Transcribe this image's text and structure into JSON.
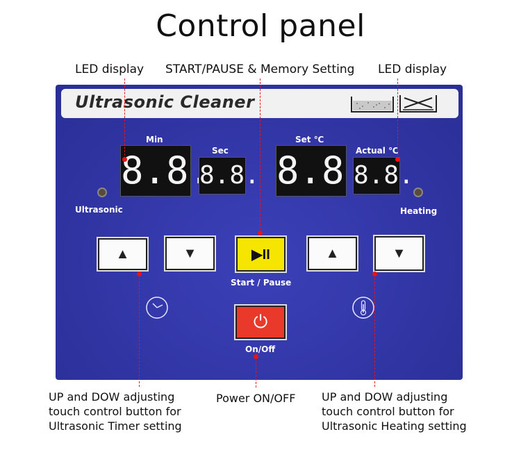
{
  "title": "Control panel",
  "annotations": {
    "led_left": "LED display",
    "start_pause_memory": "START/PAUSE & Memory Setting",
    "led_right": "LED display",
    "timer_caption": [
      "UP and DOW adjusting",
      "touch control button for",
      "Ultrasonic Timer setting"
    ],
    "power_caption": "Power ON/OFF",
    "heating_caption": [
      "UP and DOW adjusting",
      "touch control button for",
      "Ultrasonic Heating setting"
    ]
  },
  "panel": {
    "brand": "Ultrasonic Cleaner",
    "displays": {
      "min_label": "Min",
      "min_value": "8.8.",
      "sec_label": "Sec",
      "sec_value": "8.8.",
      "set_label": "Set ℃",
      "set_value": "8.8.",
      "actual_label": "Actual ℃",
      "actual_value": "8.8."
    },
    "indicators": {
      "ultrasonic": "Ultrasonic",
      "heating": "Heating"
    },
    "buttons": {
      "start_pause_label": "Start / Pause",
      "on_off_label": "On/Off",
      "up_glyph": "▲",
      "down_glyph": "▼",
      "play_pause_glyph": "▶II",
      "power_glyph": "⏻"
    },
    "colors": {
      "panel_blue": "#3337a8",
      "start_yellow": "#f5e500",
      "power_red": "#e8392a",
      "leader_red": "#e11111"
    }
  }
}
